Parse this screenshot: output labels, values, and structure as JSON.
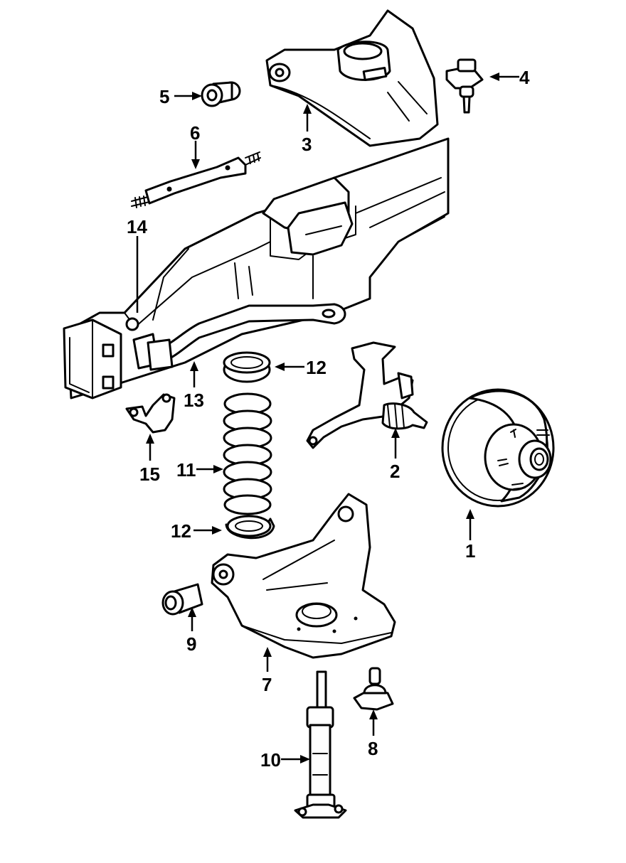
{
  "callouts": [
    {
      "id": "1",
      "part": "brake-rotor"
    },
    {
      "id": "2",
      "part": "steering-knuckle"
    },
    {
      "id": "3",
      "part": "upper-control-arm"
    },
    {
      "id": "4",
      "part": "upper-ball-joint"
    },
    {
      "id": "5",
      "part": "upper-arm-bushing"
    },
    {
      "id": "6",
      "part": "upper-arm-shaft"
    },
    {
      "id": "7",
      "part": "lower-control-arm"
    },
    {
      "id": "8",
      "part": "lower-ball-joint"
    },
    {
      "id": "9",
      "part": "lower-arm-bushing"
    },
    {
      "id": "10",
      "part": "shock-absorber"
    },
    {
      "id": "11",
      "part": "coil-spring"
    },
    {
      "id": "12a",
      "label": "12",
      "part": "spring-insulator-upper"
    },
    {
      "id": "12b",
      "label": "12",
      "part": "spring-insulator-lower"
    },
    {
      "id": "13",
      "part": "stabilizer-bar"
    },
    {
      "id": "14",
      "part": "stabilizer-link"
    },
    {
      "id": "15",
      "part": "stabilizer-bar-bracket"
    }
  ],
  "labels": {
    "c1": "1",
    "c2": "2",
    "c3": "3",
    "c4": "4",
    "c5": "5",
    "c6": "6",
    "c7": "7",
    "c8": "8",
    "c9": "9",
    "c10": "10",
    "c11": "11",
    "c12a": "12",
    "c12b": "12",
    "c13": "13",
    "c14": "14",
    "c15": "15"
  }
}
